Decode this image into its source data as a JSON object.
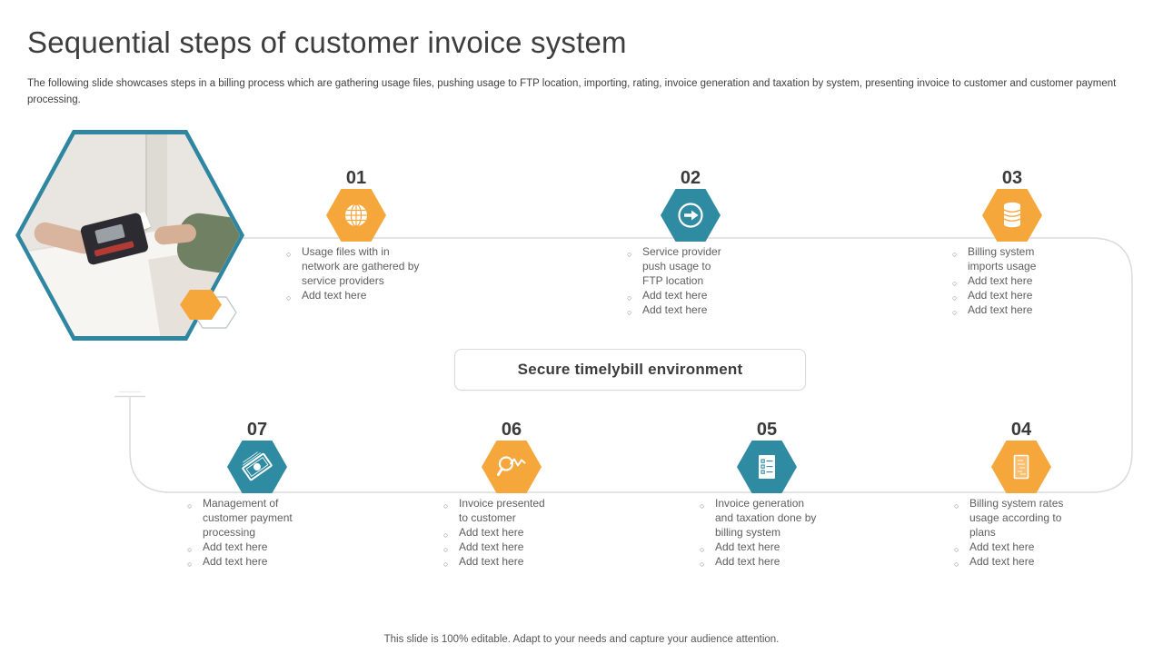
{
  "slide": {
    "title": "Sequential steps of customer invoice system",
    "subtitle": "The following slide showcases steps in a billing process which are gathering usage files, pushing usage to FTP location, importing, rating, invoice generation and taxation by system, presenting invoice to customer and customer payment processing.",
    "center_label": "Secure timelybill environment",
    "footer": "This slide is 100% editable. Adapt to your needs and capture your audience attention."
  },
  "colors": {
    "orange": "#F5A73B",
    "teal": "#2F8BA2",
    "line": "#DBDBDB",
    "hex_border": "#2E86A0",
    "heading": "#3D3D3D",
    "body_text": "#5E5E5E"
  },
  "steps": [
    {
      "number": "01",
      "icon": "globe-icon",
      "color": "orange",
      "bullets": [
        "Usage files with in network are gathered by service providers",
        "Add text here"
      ]
    },
    {
      "number": "02",
      "icon": "arrow-right-circle-icon",
      "color": "teal",
      "bullets": [
        "Service provider push usage to FTP location",
        "Add text here",
        "Add text here"
      ]
    },
    {
      "number": "03",
      "icon": "database-icon",
      "color": "orange",
      "bullets": [
        "Billing system imports usage",
        "Add text here",
        "Add text here",
        "Add text here"
      ]
    },
    {
      "number": "04",
      "icon": "invoice-document-icon",
      "color": "orange",
      "bullets": [
        "Billing system rates usage according to plans",
        "Add text here",
        "Add text here"
      ]
    },
    {
      "number": "05",
      "icon": "checklist-document-icon",
      "color": "teal",
      "bullets": [
        "Invoice generation and taxation done by billing system",
        "Add text here",
        "Add text here"
      ]
    },
    {
      "number": "06",
      "icon": "magnifier-trend-icon",
      "color": "orange",
      "bullets": [
        "Invoice presented to customer",
        "Add text here",
        "Add text here",
        "Add text here"
      ]
    },
    {
      "number": "07",
      "icon": "banknote-icon",
      "color": "teal",
      "bullets": [
        "Management of customer payment processing",
        "Add text here",
        "Add text here"
      ]
    }
  ]
}
